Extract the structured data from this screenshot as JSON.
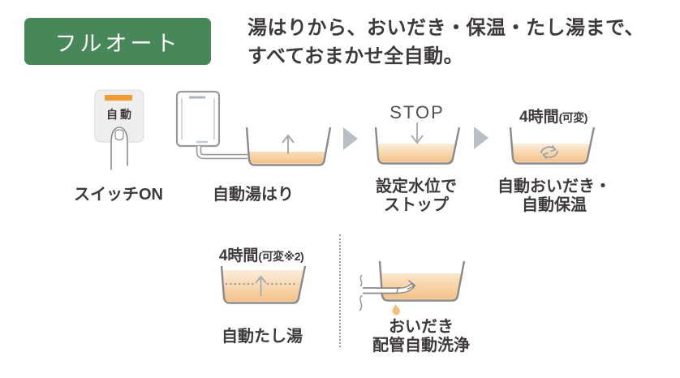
{
  "badge": {
    "label": "フルオート"
  },
  "header": {
    "line1": "湯はりから、おいだき・保温・たし湯まで、",
    "line2": "すべておまかせ全自動。"
  },
  "flow": {
    "step1": {
      "button_label": "自動",
      "label": "スイッチON"
    },
    "step2": {
      "label": "自動湯はり"
    },
    "step3": {
      "annotation": "STOP",
      "label1": "設定水位で",
      "label2": "ストップ"
    },
    "step4": {
      "duration": "4時間",
      "duration_note": "(可変)",
      "label1": "自動おいだき・",
      "label2": "自動保温"
    },
    "step5": {
      "duration": "4時間",
      "duration_note": "(可変※2)",
      "label": "自動たし湯"
    },
    "step6": {
      "label1": "おいだき",
      "label2": "配管自動洗浄"
    }
  },
  "colors": {
    "badge_green": "#47875A",
    "switch_indicator_orange": "#F59B31",
    "water_top": "#FCEEDA",
    "water_bottom": "#F4C186",
    "water_drop": "#F5BE7C",
    "flow_arrow_gray": "#B9BFC6",
    "outline_gray": "#8A8A8A",
    "text_dark": "#3E3A39"
  }
}
